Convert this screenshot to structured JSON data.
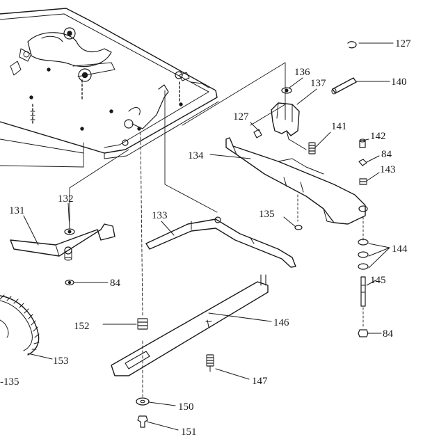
{
  "colors": {
    "ink": "#1a1a1a",
    "paper": "#ffffff"
  },
  "callouts": [
    {
      "id": "127a",
      "text": "127"
    },
    {
      "id": "140",
      "text": "140"
    },
    {
      "id": "136",
      "text": "136"
    },
    {
      "id": "137",
      "text": "137"
    },
    {
      "id": "127b",
      "text": "127"
    },
    {
      "id": "141",
      "text": "141"
    },
    {
      "id": "142",
      "text": "142"
    },
    {
      "id": "84a",
      "text": "84"
    },
    {
      "id": "143",
      "text": "143"
    },
    {
      "id": "134",
      "text": "134"
    },
    {
      "id": "132",
      "text": "132"
    },
    {
      "id": "131",
      "text": "131"
    },
    {
      "id": "133",
      "text": "133"
    },
    {
      "id": "135",
      "text": "135"
    },
    {
      "id": "144",
      "text": "144"
    },
    {
      "id": "84b",
      "text": "84"
    },
    {
      "id": "145",
      "text": "145"
    },
    {
      "id": "152",
      "text": "152"
    },
    {
      "id": "146",
      "text": "146"
    },
    {
      "id": "84c",
      "text": "84"
    },
    {
      "id": "153",
      "text": "153"
    },
    {
      "id": "135b",
      "text": "-135"
    },
    {
      "id": "147",
      "text": "147"
    },
    {
      "id": "150",
      "text": "150"
    },
    {
      "id": "151",
      "text": "151"
    }
  ]
}
